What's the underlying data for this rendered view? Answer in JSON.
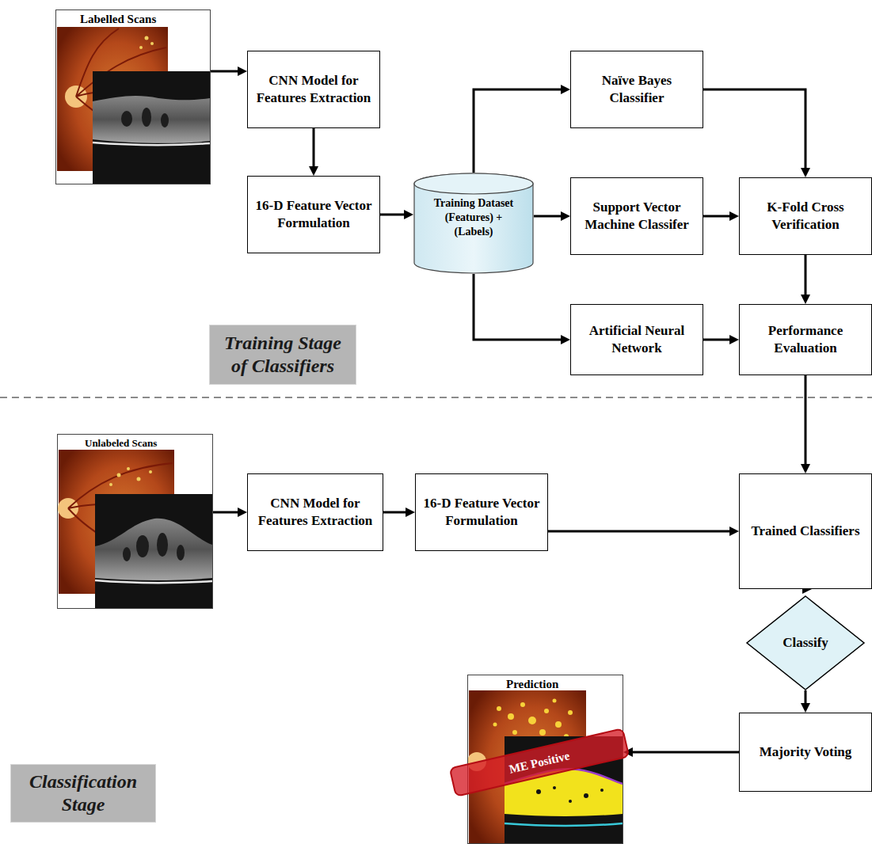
{
  "diagram": {
    "nodes": [
      {
        "text": [
          "Labelled Scans"
        ]
      },
      {
        "text": [
          "CNN Model for Features Extraction"
        ]
      },
      {
        "text": [
          "16-D Feature Vector Formulation"
        ]
      },
      {
        "text": [
          "Training Dataset (Features) + (Labels)"
        ]
      },
      {
        "text": [
          "Naïve Bayes Classifier"
        ]
      },
      {
        "text": [
          "Support Vector Machine Classifer"
        ]
      },
      {
        "text": [
          "Artificial Neural Network"
        ]
      },
      {
        "text": [
          "K-Fold Cross Verification"
        ]
      },
      {
        "text": [
          "Performance Evaluation"
        ]
      },
      {
        "text": [
          "Training Stage of Classifiers"
        ]
      },
      {
        "text": [
          "Unlabeled Scans"
        ]
      },
      {
        "text": [
          "CNN Model for Features Extraction"
        ]
      },
      {
        "text": [
          "16-D Feature Vector Formulation"
        ]
      },
      {
        "text": [
          "Trained Classifiers"
        ]
      },
      {
        "text": [
          "Classify"
        ]
      },
      {
        "text": [
          "Majority Voting"
        ]
      },
      {
        "text": [
          "Prediction"
        ]
      },
      {
        "text": [
          "Classification Stage"
        ]
      }
    ],
    "edges": [
      {
        "from": 0,
        "to": 1,
        "arrow": "to"
      },
      {
        "from": 1,
        "to": 2,
        "arrow": "to"
      },
      {
        "from": 2,
        "to": 3,
        "arrow": "to"
      },
      {
        "from": 3,
        "to": 4,
        "arrow": "to"
      },
      {
        "from": 3,
        "to": 5,
        "arrow": "to"
      },
      {
        "from": 3,
        "to": 6,
        "arrow": "to"
      },
      {
        "from": 4,
        "to": 7,
        "arrow": "to"
      },
      {
        "from": 5,
        "to": 7,
        "arrow": "to"
      },
      {
        "from": 7,
        "to": 8,
        "arrow": "to"
      },
      {
        "from": 6,
        "to": 8,
        "arrow": "to"
      },
      {
        "from": 8,
        "to": 13,
        "arrow": "to"
      },
      {
        "from": 10,
        "to": 11,
        "arrow": "to"
      },
      {
        "from": 11,
        "to": 12,
        "arrow": "to"
      },
      {
        "from": 12,
        "to": 13,
        "arrow": "to"
      },
      {
        "from": 13,
        "to": 14,
        "arrow": "to"
      },
      {
        "from": 14,
        "to": 15,
        "arrow": "to"
      },
      {
        "from": 15,
        "to": 16,
        "arrow": "to"
      }
    ],
    "labels": [
      "ME Positive"
    ]
  }
}
